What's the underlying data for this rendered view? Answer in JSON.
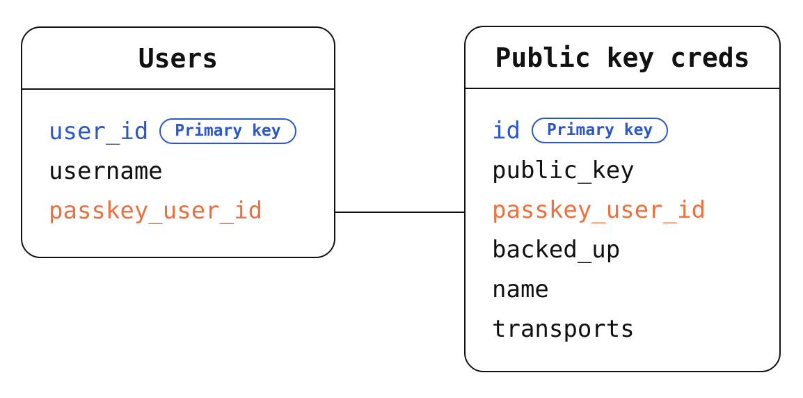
{
  "colors": {
    "blue": "#2C57C9",
    "orange": "#EC7140",
    "black": "#111111",
    "line": "#111111",
    "background": "#FFFFFF"
  },
  "tables": [
    {
      "id": "users",
      "title": "Users",
      "fields": [
        {
          "name": "user_id",
          "color": "blue",
          "badge": "Primary key"
        },
        {
          "name": "username",
          "color": "black"
        },
        {
          "name": "passkey_user_id",
          "color": "orange"
        }
      ]
    },
    {
      "id": "public-key-creds",
      "title": "Public key creds",
      "fields": [
        {
          "name": "id",
          "color": "blue",
          "badge": "Primary key"
        },
        {
          "name": "public_key",
          "color": "black"
        },
        {
          "name": "passkey_user_id",
          "color": "orange"
        },
        {
          "name": "backed_up",
          "color": "black"
        },
        {
          "name": "name",
          "color": "black"
        },
        {
          "name": "transports",
          "color": "black"
        }
      ]
    }
  ]
}
